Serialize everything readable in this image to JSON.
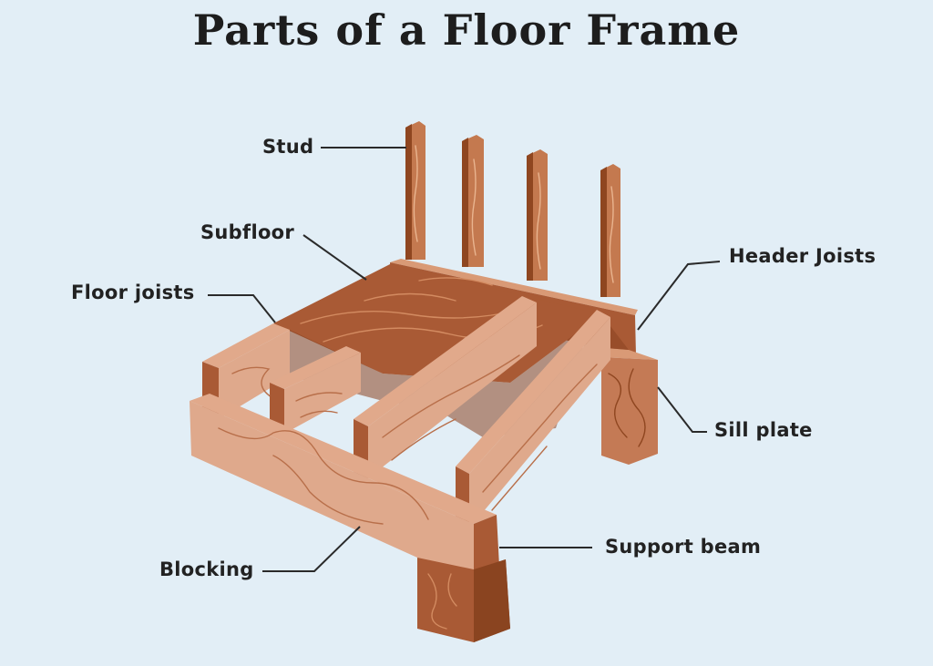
{
  "title": "Parts of a Floor Frame",
  "labels": {
    "stud": "Stud",
    "subfloor": "Subfloor",
    "floor_joists": "Floor joists",
    "header_joists": "Header Joists",
    "sill_plate": "Sill plate",
    "support_beam": "Support beam",
    "blocking": "Blocking"
  },
  "colors": {
    "background": "#e2eef6",
    "wood_light": "#dfa98c",
    "wood_mid": "#c9876a",
    "wood_dark": "#a95a35",
    "wood_darkest": "#8a4420"
  }
}
